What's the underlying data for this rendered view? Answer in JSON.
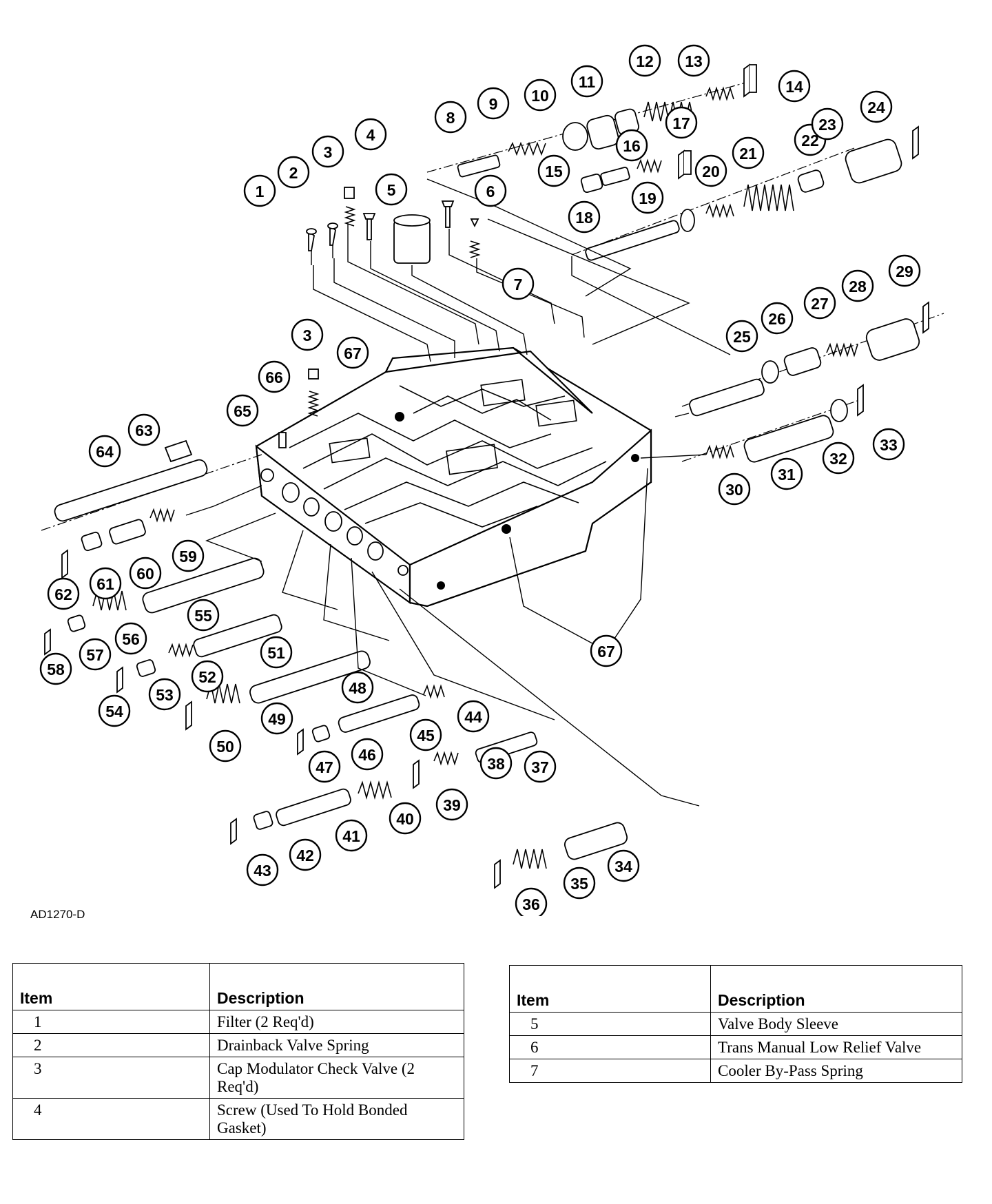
{
  "figure_code": "AD1270-D",
  "callouts": [
    "1",
    "2",
    "3",
    "4",
    "5",
    "6",
    "7",
    "8",
    "9",
    "10",
    "11",
    "12",
    "13",
    "14",
    "15",
    "16",
    "17",
    "18",
    "19",
    "20",
    "21",
    "22",
    "23",
    "24",
    "25",
    "26",
    "27",
    "28",
    "29",
    "30",
    "31",
    "32",
    "33",
    "34",
    "35",
    "36",
    "37",
    "38",
    "39",
    "40",
    "41",
    "42",
    "43",
    "44",
    "45",
    "46",
    "47",
    "48",
    "49",
    "50",
    "51",
    "52",
    "53",
    "54",
    "55",
    "56",
    "57",
    "58",
    "59",
    "60",
    "61",
    "62",
    "63",
    "64",
    "65",
    "66",
    "67"
  ],
  "legend_left": {
    "headers": {
      "item": "Item",
      "description": "Description"
    },
    "rows": [
      {
        "item": "1",
        "description": "Filter (2 Req'd)"
      },
      {
        "item": "2",
        "description": "Drainback Valve Spring"
      },
      {
        "item": "3",
        "description": "Cap Modulator Check Valve (2 Req'd)"
      },
      {
        "item": "4",
        "description": "Screw (Used To Hold Bonded Gasket)"
      }
    ]
  },
  "legend_right": {
    "headers": {
      "item": "Item",
      "description": "Description"
    },
    "rows": [
      {
        "item": "5",
        "description": "Valve Body Sleeve"
      },
      {
        "item": "6",
        "description": "Trans Manual Low Relief Valve"
      },
      {
        "item": "7",
        "description": "Cooler By-Pass Spring"
      }
    ]
  }
}
